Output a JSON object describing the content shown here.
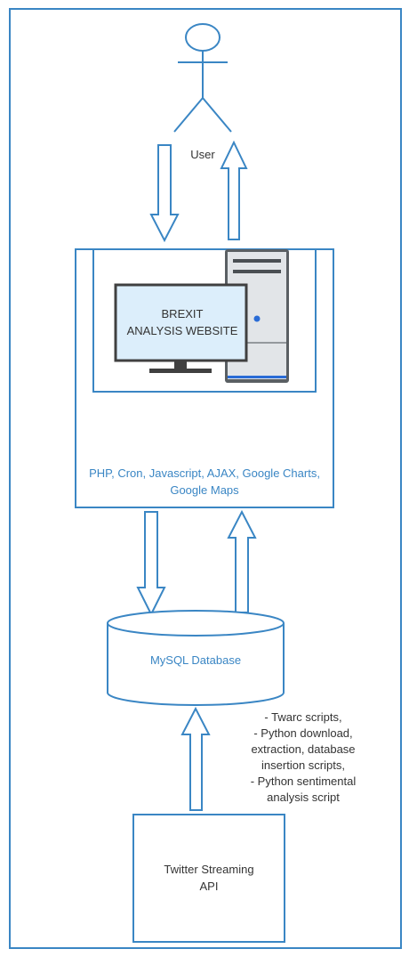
{
  "user": {
    "label": "User"
  },
  "website": {
    "screen_text": "BREXIT\nANALYSIS WEBSITE",
    "tech": "PHP, Cron, Javascript, AJAX, Google Charts,\nGoogle Maps"
  },
  "database": {
    "label": "MySQL Database"
  },
  "scripts": {
    "text": "- Twarc scripts,\n- Python download,\nextraction, database\ninsertion scripts,\n- Python sentimental\nanalysis script"
  },
  "api": {
    "label": "Twitter Streaming\nAPI"
  },
  "colors": {
    "stroke": "#3a86c4",
    "screen_fill": "#dceefb",
    "monitor_frame": "#404040",
    "tower_body": "#5a5f63",
    "tower_panel": "#e2e5e8",
    "led": "#2a6cd6"
  }
}
